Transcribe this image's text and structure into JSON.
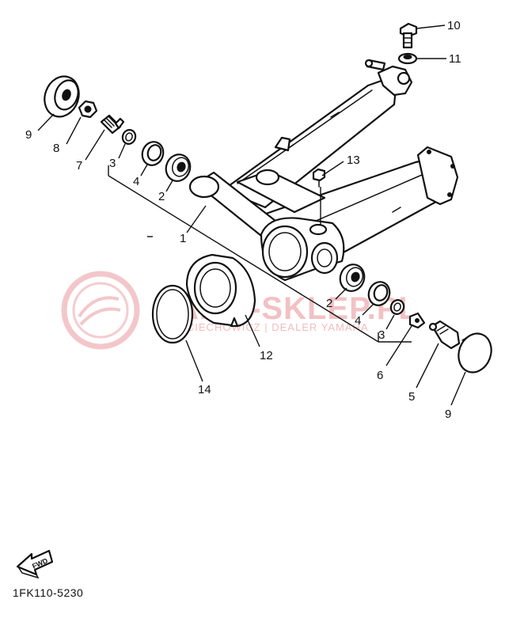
{
  "diagram_code": "1FK110-5230",
  "direction_arrow_text": "FWD",
  "watermark": {
    "main_text": "YAMA-SKLEP.PL",
    "sub_text": "WOJCIECHOWICZ | DEALER YAMAHA",
    "color": "#e88f95"
  },
  "callouts": [
    {
      "id": "c10",
      "text": "10"
    },
    {
      "id": "c11",
      "text": "11"
    },
    {
      "id": "c9a",
      "text": "9"
    },
    {
      "id": "c8",
      "text": "8"
    },
    {
      "id": "c7",
      "text": "7"
    },
    {
      "id": "c3a",
      "text": "3"
    },
    {
      "id": "c4a",
      "text": "4"
    },
    {
      "id": "c2a",
      "text": "2"
    },
    {
      "id": "c13",
      "text": "13"
    },
    {
      "id": "c1",
      "text": "1"
    },
    {
      "id": "c2b",
      "text": "2"
    },
    {
      "id": "c4b",
      "text": "4"
    },
    {
      "id": "c3b",
      "text": "3"
    },
    {
      "id": "c12",
      "text": "12"
    },
    {
      "id": "c14",
      "text": "14"
    },
    {
      "id": "c6",
      "text": "6"
    },
    {
      "id": "c5",
      "text": "5"
    },
    {
      "id": "c9b",
      "text": "9"
    }
  ]
}
